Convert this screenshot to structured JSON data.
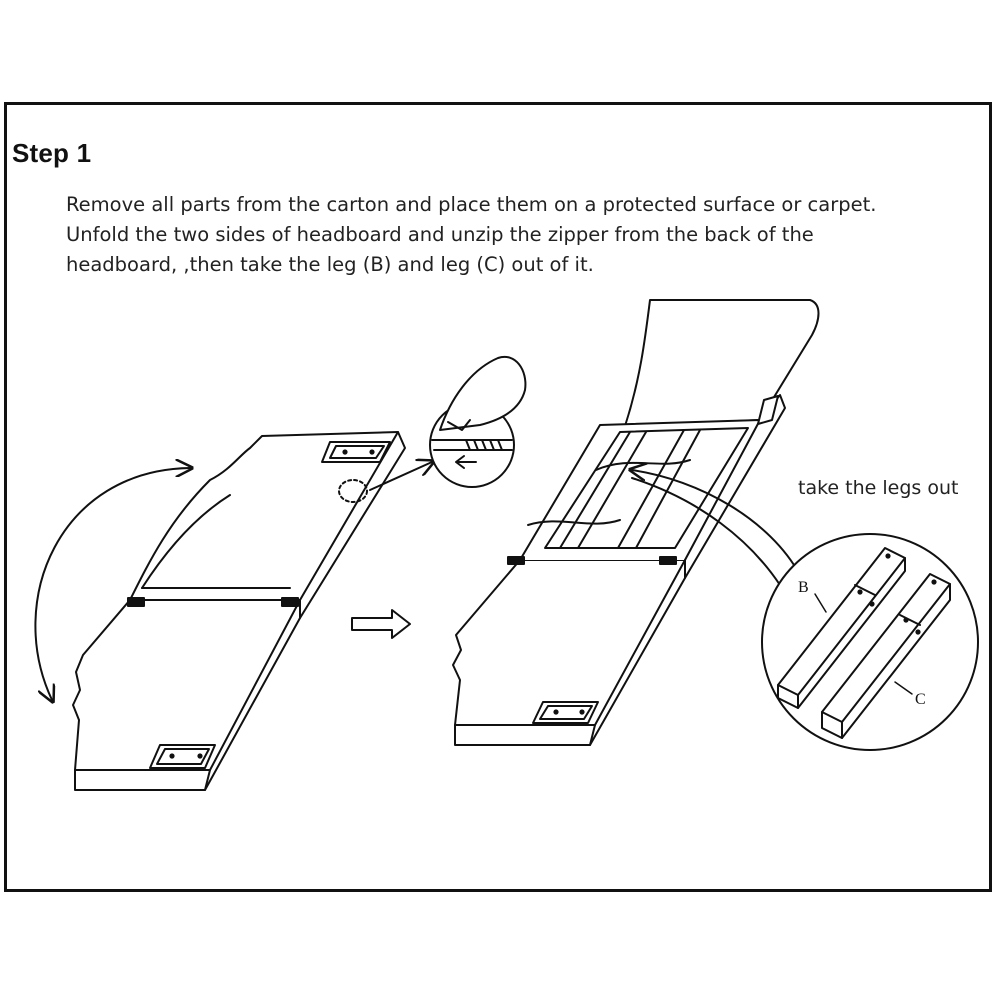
{
  "step": {
    "title": "Step 1"
  },
  "instructions": [
    "Remove all parts from the carton and place them on a protected surface or carpet.",
    "Unfold the two sides of headboard and unzip the zipper from the back of the",
    "headboard,  ,then take the leg (B) and leg (C) out  of it."
  ],
  "callout": {
    "text": "take the legs out"
  },
  "parts": {
    "leg_b": "B",
    "leg_c": "C"
  },
  "colors": {
    "line": "#111111",
    "background": "#ffffff"
  }
}
